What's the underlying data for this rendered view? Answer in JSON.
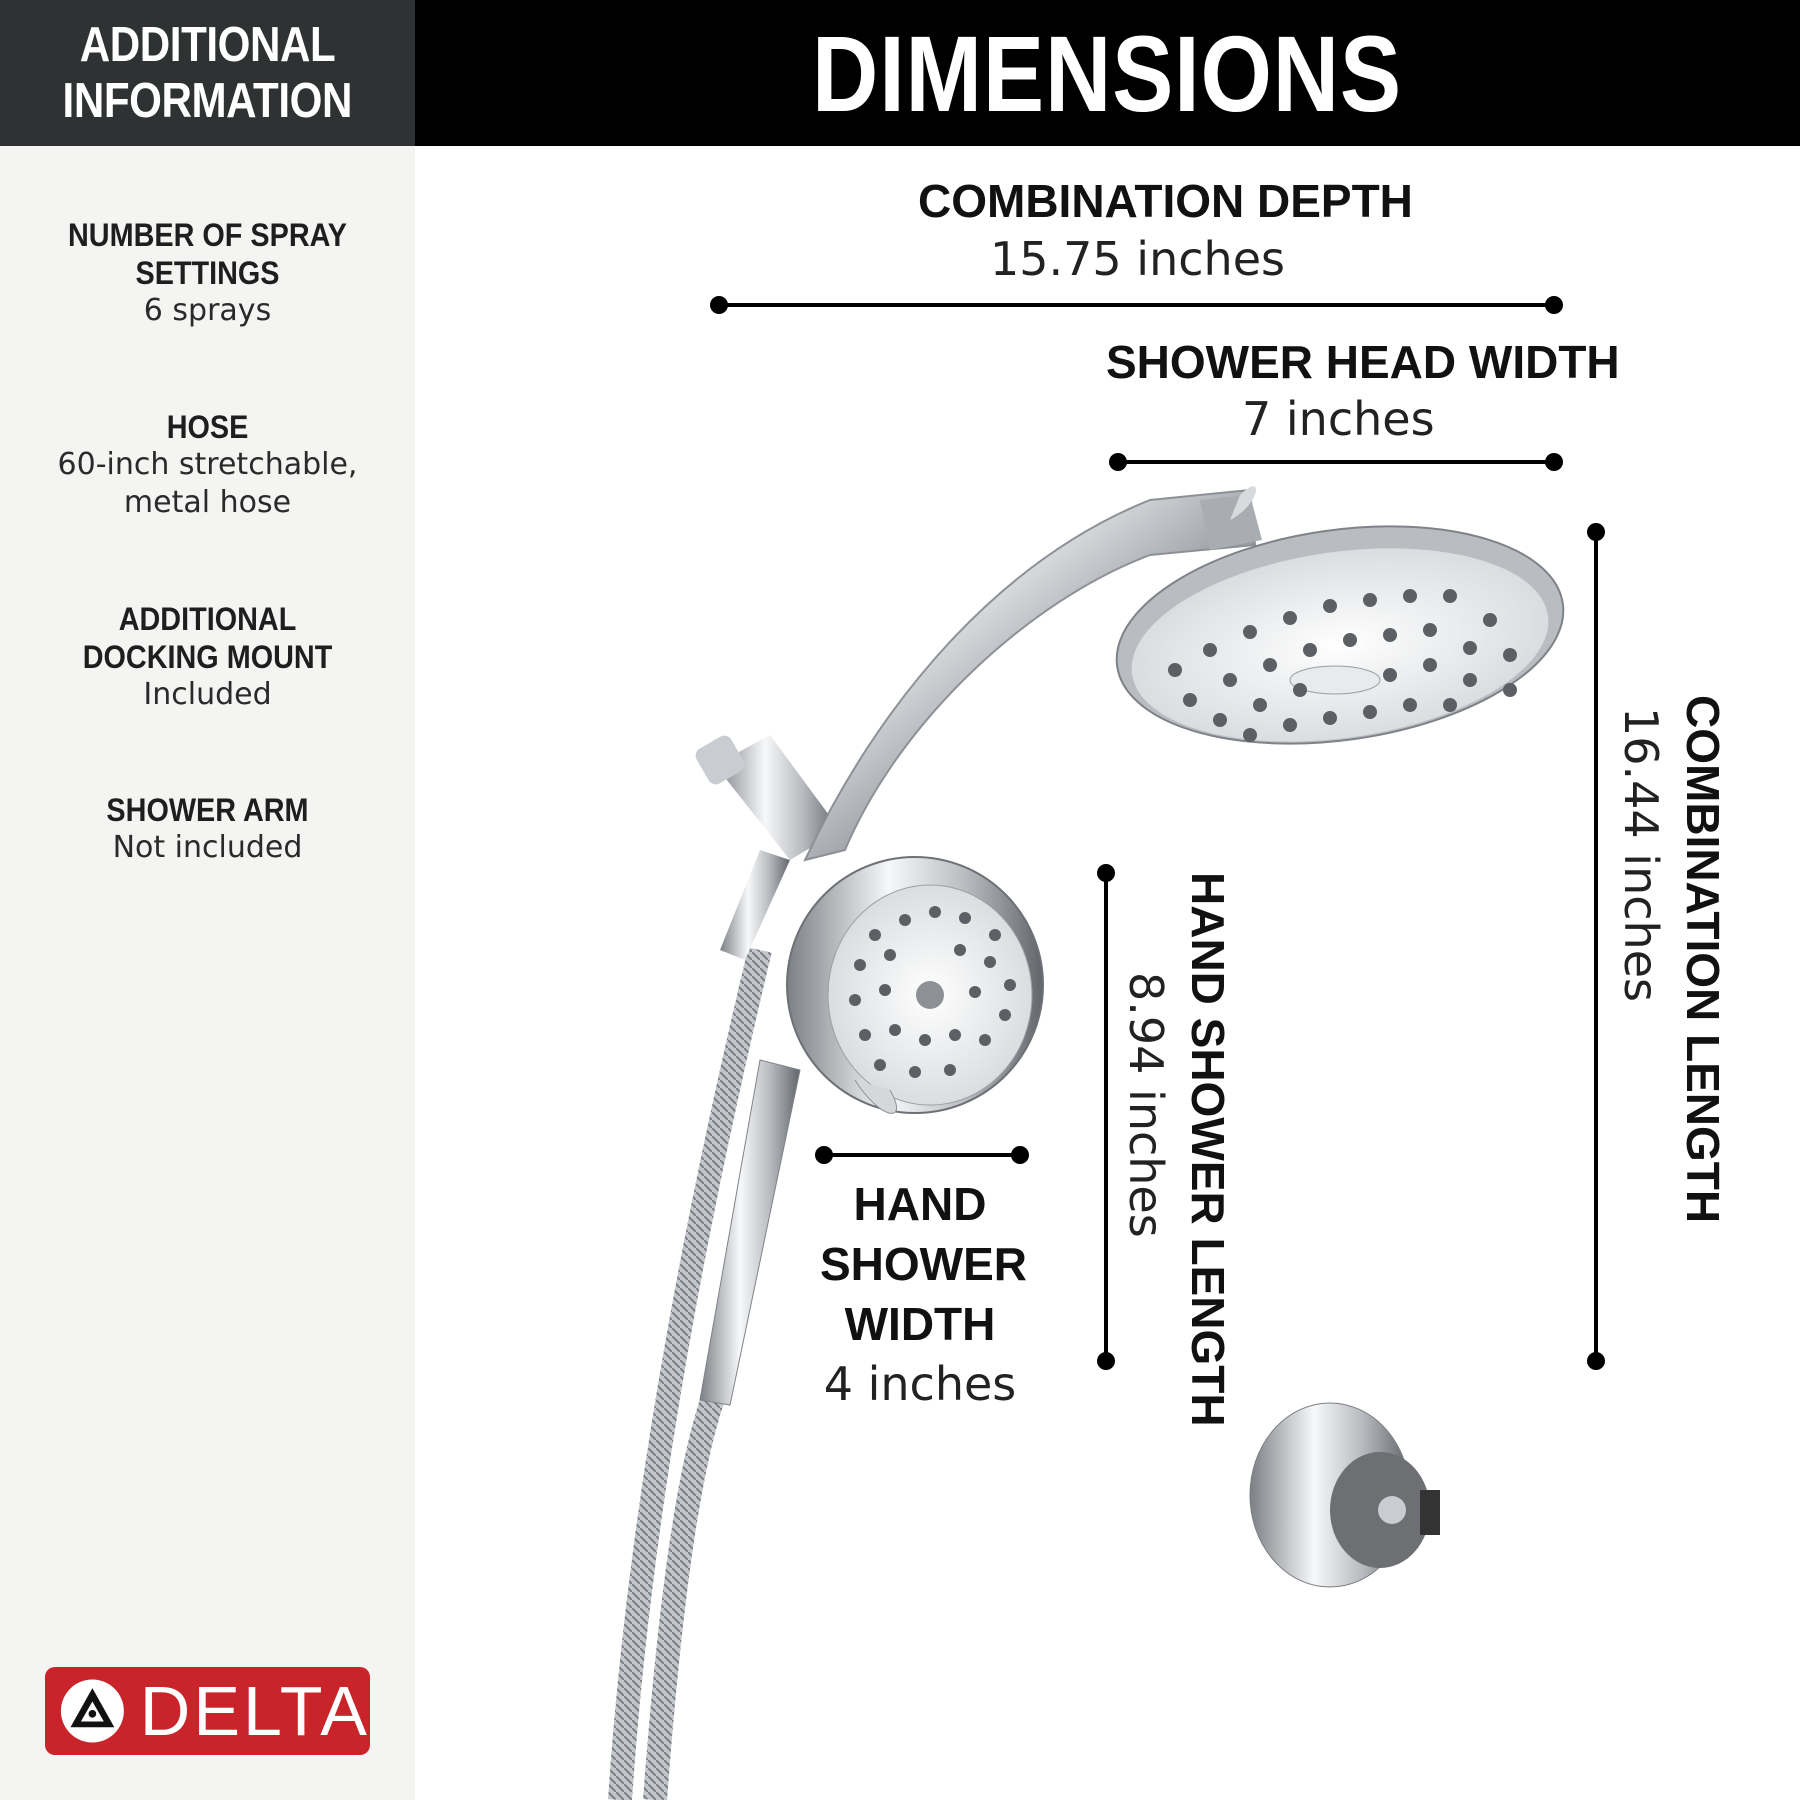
{
  "header": {
    "sidebar_title_line1": "ADDITIONAL",
    "sidebar_title_line2": "INFORMATION",
    "main_title": "DIMENSIONS"
  },
  "info": [
    {
      "label_line1": "NUMBER OF SPRAY",
      "label_line2": "SETTINGS",
      "value_line1": "6 sprays",
      "value_line2": ""
    },
    {
      "label_line1": "HOSE",
      "label_line2": "",
      "value_line1": "60-inch stretchable,",
      "value_line2": "metal hose"
    },
    {
      "label_line1": "ADDITIONAL",
      "label_line2": "DOCKING MOUNT",
      "value_line1": "Included",
      "value_line2": ""
    },
    {
      "label_line1": "SHOWER ARM",
      "label_line2": "",
      "value_line1": "Not included",
      "value_line2": ""
    }
  ],
  "dimensions": {
    "combination_depth": {
      "label": "COMBINATION DEPTH",
      "value": "15.75  inches"
    },
    "shower_head_width": {
      "label": "SHOWER HEAD WIDTH",
      "value": "7  inches"
    },
    "combination_length": {
      "label": "COMBINATION LENGTH",
      "value": "16.44 inches"
    },
    "hand_shower_length": {
      "label": "HAND SHOWER LENGTH",
      "value": "8.94 inches"
    },
    "hand_shower_width": {
      "label_line1": "HAND",
      "label_line2": "SHOWER",
      "label_line3": "WIDTH",
      "value": "4  inches"
    }
  },
  "brand": {
    "name": "DELTA",
    "color": "#c8242a"
  },
  "colors": {
    "sidebar_bg": "#f4f4f2",
    "sidebar_header_bg": "#2f3232",
    "topbar_bg": "#000000",
    "chrome": "#c9ccd0"
  }
}
